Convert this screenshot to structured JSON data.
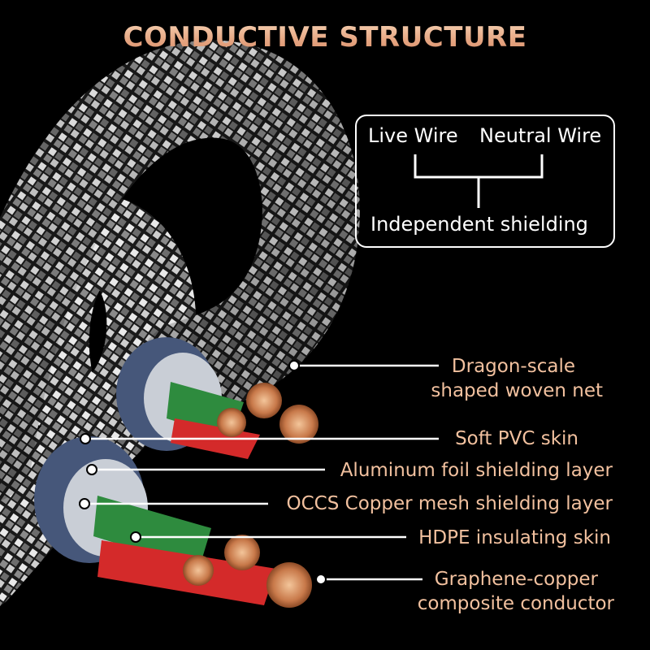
{
  "title": "CONDUCTIVE STRUCTURE",
  "legend": {
    "live_wire": "Live Wire",
    "neutral_wire": "Neutral Wire",
    "independent_shielding": "Independent shielding"
  },
  "callouts": {
    "dragon_scale_1": "Dragon-scale",
    "dragon_scale_2": "shaped woven net",
    "soft_pvc": "Soft PVC skin",
    "aluminum_foil": "Aluminum foil shielding layer",
    "occs_copper": "OCCS Copper mesh shielding layer",
    "hdpe": "HDPE insulating skin",
    "graphene_1": "Graphene-copper",
    "graphene_2": "composite conductor"
  },
  "colors": {
    "title_gradient": [
      "#f6d2b4",
      "#d98e6a"
    ],
    "callout_text": "#f2c19f",
    "pvc_skin": "#4a5a78",
    "live_insulation": "#d42a2a",
    "neutral_insulation": "#2e8b3e",
    "copper": "#c8794a"
  }
}
